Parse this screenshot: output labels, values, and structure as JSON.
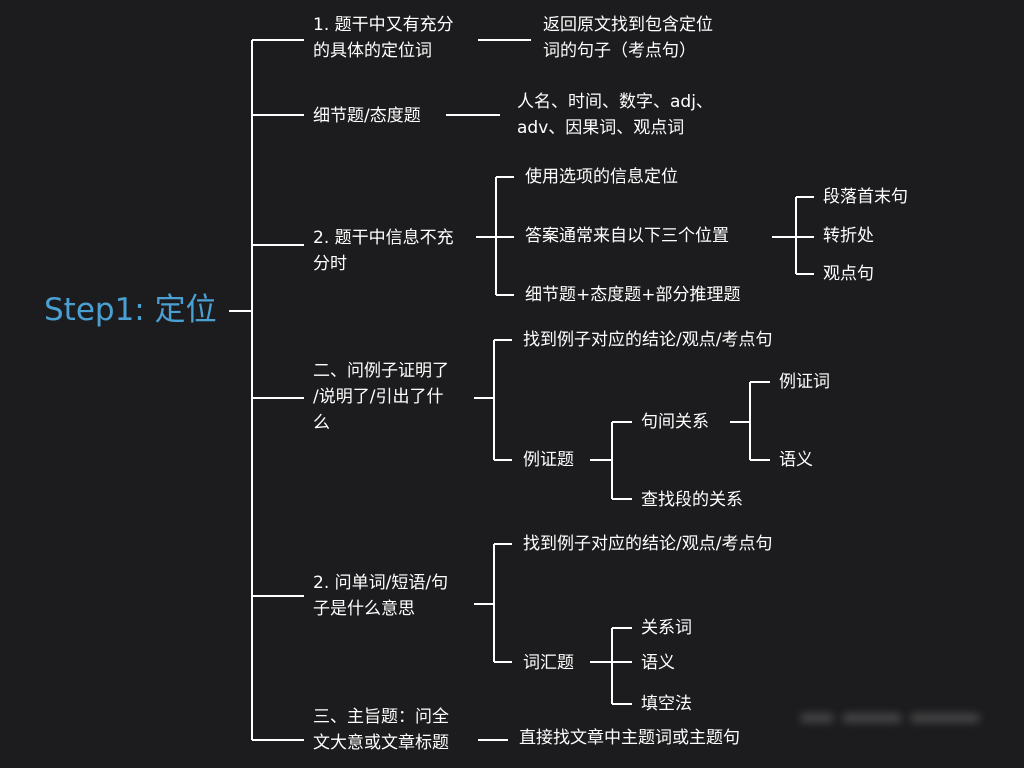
{
  "root": "Step1: 定位",
  "branches": [
    {
      "label": "1. 题干中又有充分\n的具体的定位词",
      "children": [
        "返回原文找到包含定位\n词的句子（考点句）"
      ]
    },
    {
      "label": "细节题/态度题",
      "children": [
        "人名、时间、数字、adj、\nadv、因果词、观点词"
      ]
    },
    {
      "label": "2. 题干中信息不充\n分时",
      "children": [
        "使用选项的信息定位",
        "答案通常来自以下三个位置",
        "细节题+态度题+部分推理题"
      ],
      "positions": [
        "段落首末句",
        "转折处",
        "观点句"
      ]
    },
    {
      "label": "二、问例子证明了\n/说明了/引出了什\n么",
      "children": [
        "找到例子对应的结论/观点/考点句",
        "例证题"
      ],
      "example_children": [
        "句间关系",
        "查找段的关系"
      ],
      "relation_children": [
        "例证词",
        "语义"
      ]
    },
    {
      "label": "2. 问单词/短语/句\n子是什么意思",
      "children": [
        "找到例子对应的结论/观点/考点句",
        "词汇题"
      ],
      "vocab_children": [
        "关系词",
        "语义",
        "填空法"
      ]
    },
    {
      "label": "三、主旨题：问全\n文大意或文章标题",
      "children": [
        "直接找文章中主题词或主题句"
      ]
    }
  ],
  "colors": {
    "background": "#1c1c1e",
    "root": "#4aa0d2",
    "text": "#ffffff",
    "line": "#ffffff"
  }
}
